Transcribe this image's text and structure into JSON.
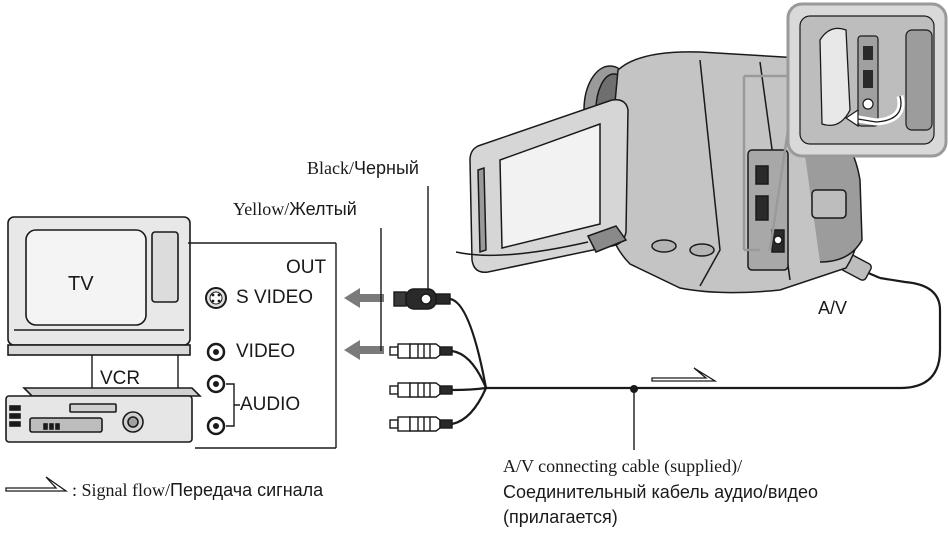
{
  "labels": {
    "tv": "TV",
    "vcr": "VCR",
    "out": "OUT",
    "s_video": "S VIDEO",
    "video": "VIDEO",
    "audio": "AUDIO",
    "av": "A/V",
    "black_en": "Black/",
    "black_ru": "Черный",
    "yellow_en": "Yellow/",
    "yellow_ru": "Желтый",
    "cable_line1": "A/V connecting cable (supplied)/",
    "cable_line2": "Соединительный кабель аудио/видео",
    "cable_line3": "(прилагается)",
    "legend_en": ": Signal flow/",
    "legend_ru": "Передача сигнала"
  },
  "colors": {
    "line": "#1a1a1a",
    "device_fill": "#e6e6e6",
    "camera_body": "#bdbdbd",
    "camera_dark": "#8a8a8a",
    "arrow_gray": "#7a7a7a",
    "inset_frame": "#9a9a9a"
  }
}
